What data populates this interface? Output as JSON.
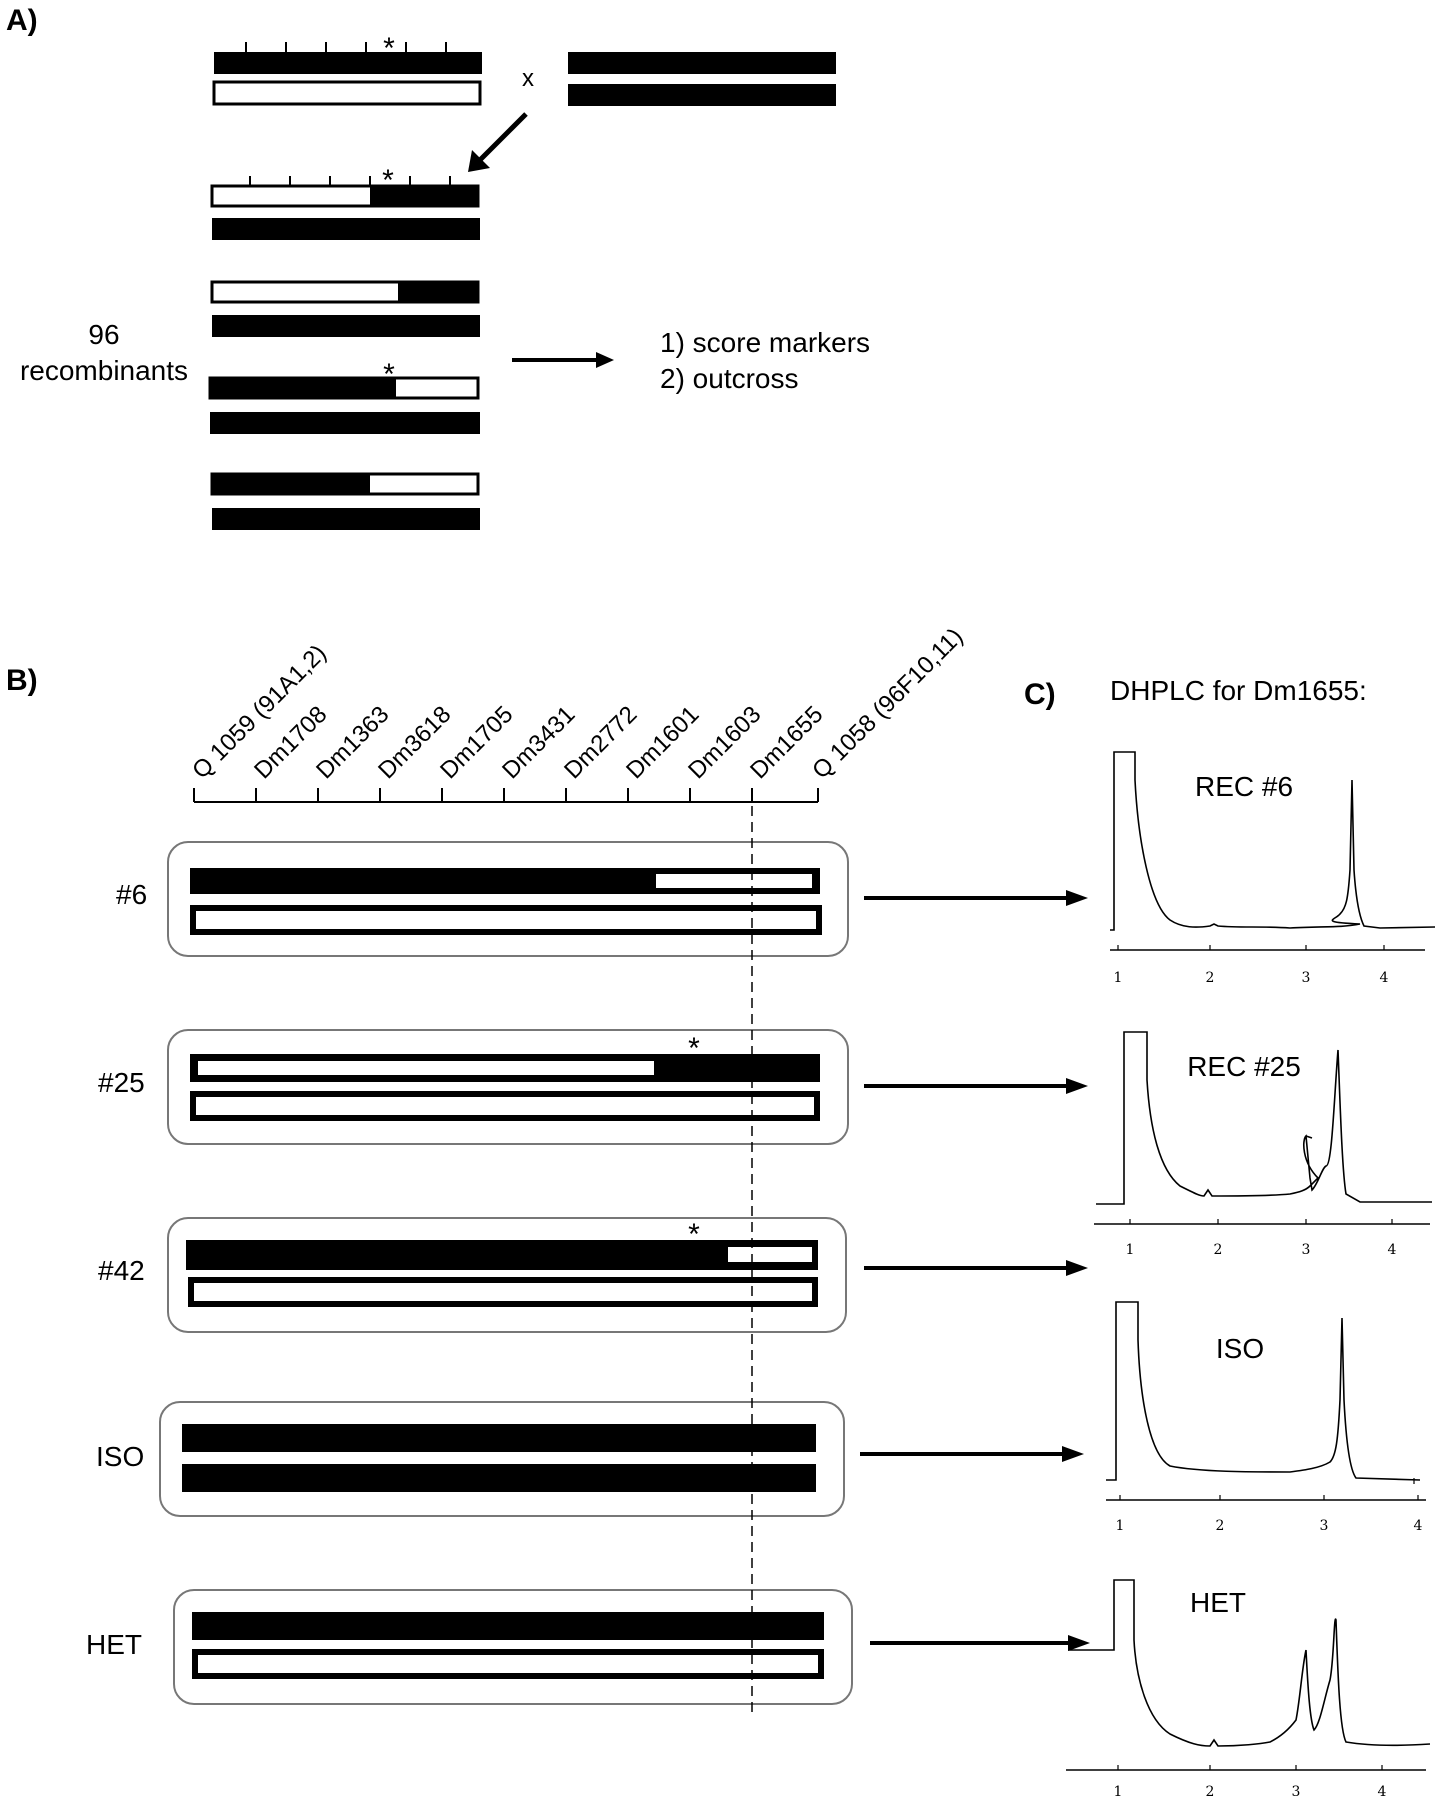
{
  "panel_a": {
    "label": "A)",
    "cross_symbol": "x",
    "mutation_mark": "*",
    "count": "96",
    "recombinants_label": "recombinants",
    "steps": [
      "1) score markers",
      "2) outcross"
    ]
  },
  "panel_b": {
    "label": "B)",
    "markers": [
      "Q 1059 (91A1,2)",
      "Dm1708",
      "Dm1363",
      "Dm3618",
      "Dm1705",
      "Dm3431",
      "Dm2772",
      "Dm1601",
      "Dm1603",
      "Dm1655",
      "Q 1058 (96F10,11)"
    ],
    "rows": [
      {
        "name": "#6"
      },
      {
        "name": "#25"
      },
      {
        "name": "#42"
      },
      {
        "name": "ISO"
      },
      {
        "name": "HET"
      }
    ]
  },
  "panel_c": {
    "label": "C)",
    "title": "DHPLC for Dm1655:",
    "traces": [
      {
        "name": "REC #6",
        "ticks": [
          "1",
          "2",
          "3",
          "4"
        ]
      },
      {
        "name": "REC #25",
        "ticks": [
          "1",
          "2",
          "3",
          "4"
        ]
      },
      {
        "name": "ISO",
        "ticks": [
          "1",
          "2",
          "3",
          "4"
        ]
      },
      {
        "name": "HET",
        "ticks": [
          "1",
          "2",
          "3",
          "4"
        ]
      }
    ]
  }
}
